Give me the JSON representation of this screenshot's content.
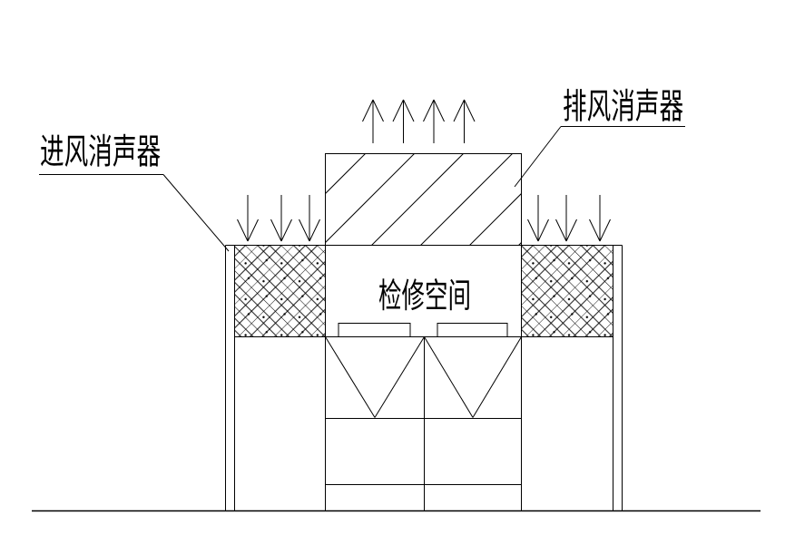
{
  "diagram": {
    "type": "cad-section-drawing",
    "background_color": "#ffffff",
    "line_color": "#000000",
    "labels": {
      "intake_silencer": "进风消声器",
      "exhaust_silencer": "排风消声器",
      "maintenance_space": "检修空间"
    },
    "arrows": {
      "exhaust_up_count": 4,
      "intake_down_left_count": 3,
      "intake_down_right_count": 3
    }
  }
}
